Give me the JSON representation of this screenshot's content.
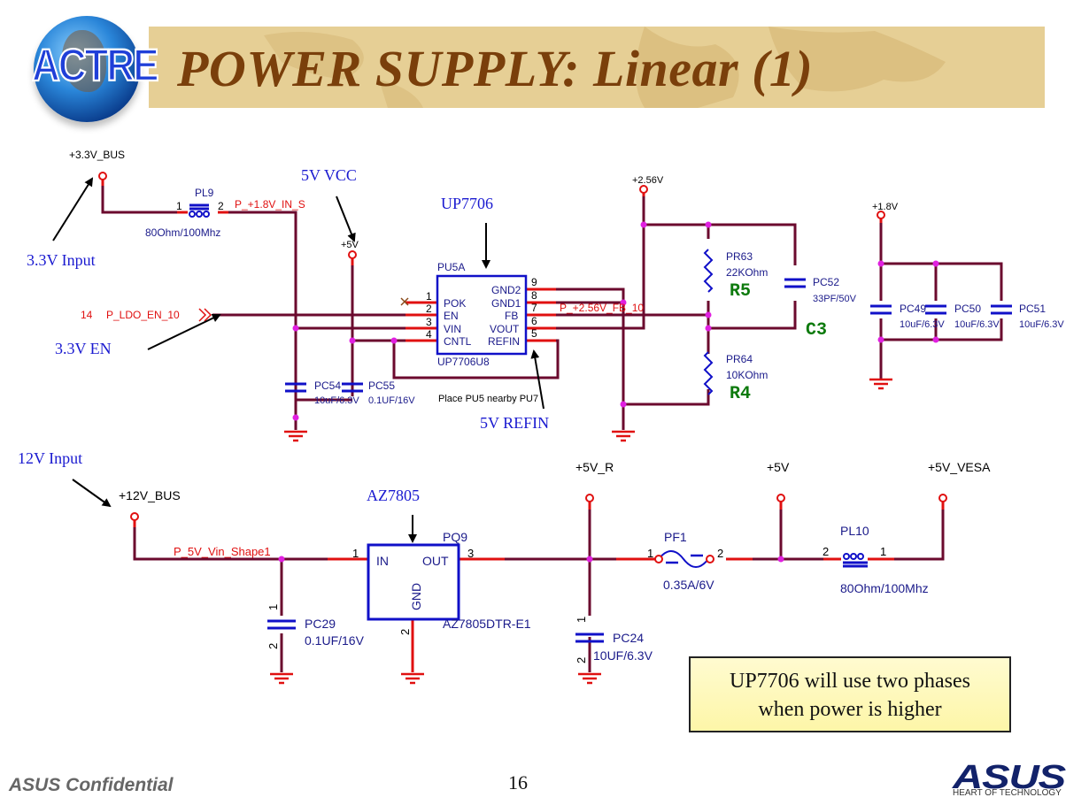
{
  "slide": {
    "title": "POWER SUPPLY: Linear (1)",
    "logo_text": "ACTRE",
    "footer_left": "ASUS Confidential",
    "page_number": "16",
    "brand": "ASUS",
    "brand_tagline": "HEART OF TECHNOLOGY",
    "note_lines": [
      "UP7706 will use two phases",
      "when power is higher"
    ]
  },
  "colors": {
    "title": "#7a3f0b",
    "banner": "#e6cf95",
    "wire": "#6b0a2e",
    "pin": "#e01010",
    "component": "#1010c8",
    "junction": "#e020e0",
    "annotation": "#1a1ad0",
    "highlight": "#0d7a0d"
  },
  "annotations": {
    "input_3v3": "3.3V Input",
    "vcc_5v": "5V VCC",
    "up7706": "UP7706",
    "en_3v3": "3.3V EN",
    "refin_5v": "5V REFIN",
    "input_12v": "12V Input",
    "az7805": "AZ7805",
    "r5": "R5",
    "r4": "R4",
    "c3": "C3"
  },
  "nets": {
    "bus_3v3": "+3.3V_BUS",
    "p5v": "+5V",
    "v2_56": "+2.56V",
    "v1_8": "+1.8V",
    "p_1v8_in_s": "P_+1.8V_IN_S",
    "ldo_en_index": "14",
    "ldo_en": "P_LDO_EN_10",
    "fb_net": "P_+2.56V_FB_10",
    "bus_12v": "+12V_BUS",
    "vin_shape": "P_5V_Vin_Shape1",
    "v5_r": "+5V_R",
    "v5": "+5V",
    "v5_vesa": "+5V_VESA"
  },
  "components": {
    "pl9": {
      "ref": "PL9",
      "value": "80Ohm/100Mhz",
      "pin1": "1",
      "pin2": "2"
    },
    "pu5a": {
      "ref": "PU5A",
      "part": "UP7706U8",
      "left_pins": [
        {
          "num": "1",
          "name": "POK"
        },
        {
          "num": "2",
          "name": "EN"
        },
        {
          "num": "3",
          "name": "VIN"
        },
        {
          "num": "4",
          "name": "CNTL"
        }
      ],
      "right_pins": [
        {
          "num": "9",
          "name": "GND2"
        },
        {
          "num": "8",
          "name": "GND1"
        },
        {
          "num": "7",
          "name": "FB"
        },
        {
          "num": "6",
          "name": "VOUT"
        },
        {
          "num": "5",
          "name": "REFIN"
        }
      ],
      "placement_note": "Place PU5 nearby PU7"
    },
    "pc54": {
      "ref": "PC54",
      "value": "10uF/6.3V"
    },
    "pc55": {
      "ref": "PC55",
      "value": "0.1UF/16V"
    },
    "pr63": {
      "ref": "PR63",
      "value": "22KOhm"
    },
    "pr64": {
      "ref": "PR64",
      "value": "10KOhm"
    },
    "pc52": {
      "ref": "PC52",
      "value": "33PF/50V"
    },
    "pc49": {
      "ref": "PC49",
      "value": "10uF/6.3V"
    },
    "pc50": {
      "ref": "PC50",
      "value": "10uF/6.3V"
    },
    "pc51": {
      "ref": "PC51",
      "value": "10uF/6.3V"
    },
    "pq9": {
      "ref": "PQ9",
      "part": "AZ7805DTR-E1",
      "in": "IN",
      "out": "OUT",
      "gnd": "GND",
      "pin_in": "1",
      "pin_out": "3",
      "pin_gnd": "2"
    },
    "pc29": {
      "ref": "PC29",
      "value": "0.1UF/16V"
    },
    "pc24": {
      "ref": "PC24",
      "value": "10UF/6.3V"
    },
    "pf1": {
      "ref": "PF1",
      "value": "0.35A/6V",
      "pin1": "1",
      "pin2": "2"
    },
    "pl10": {
      "ref": "PL10",
      "value": "80Ohm/100Mhz",
      "pin1": "1",
      "pin2": "2"
    }
  },
  "pin_numbers": {
    "one": "1",
    "two": "2"
  }
}
